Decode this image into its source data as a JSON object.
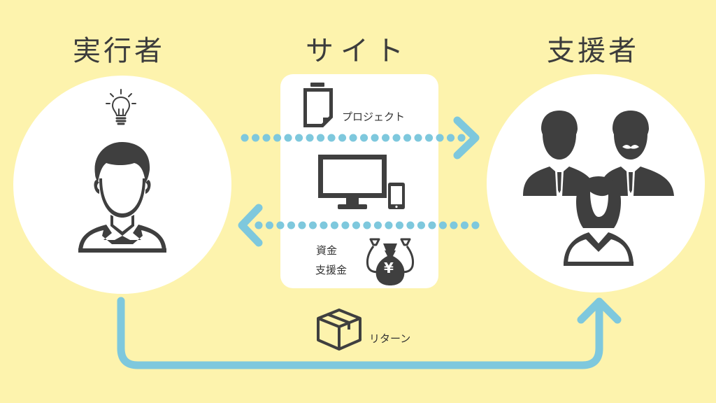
{
  "headings": {
    "executor": "実行者",
    "site": "サイト",
    "supporters": "支援者"
  },
  "labels": {
    "project": "プロジェクト",
    "funds": "資金",
    "support_money": "支援金",
    "return": "リターン"
  },
  "icons": {
    "lightbulb": "lightbulb-icon",
    "person": "person-icon",
    "document": "document-icon",
    "monitor": "monitor-icon",
    "smartphone": "smartphone-icon",
    "money_bags": "money-bags-icon",
    "yen_symbol": "¥",
    "box": "box-icon",
    "group": "people-group-icon"
  },
  "colors": {
    "background": "#fdf3ad",
    "arrow": "#7ec8dd",
    "icon": "#3f3f3f",
    "panel": "#ffffff"
  }
}
